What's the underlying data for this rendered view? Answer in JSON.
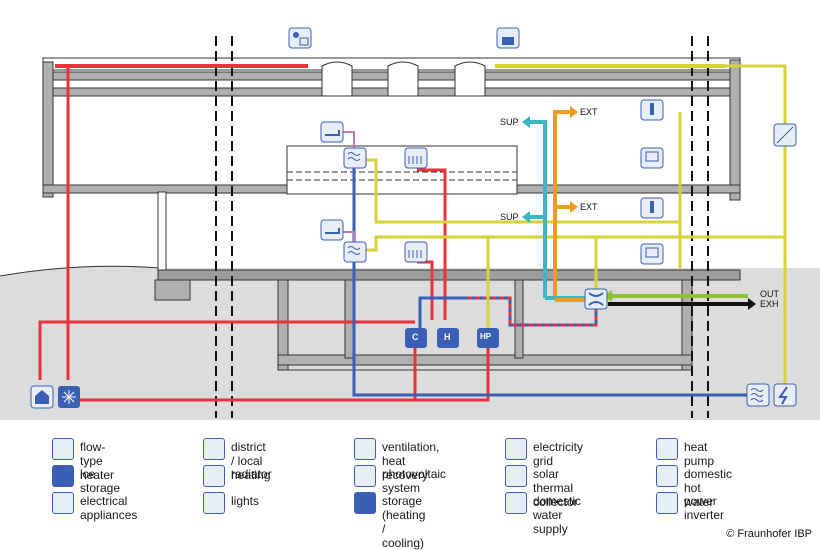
{
  "flow_labels": {
    "sup_top": "SUP",
    "ext_top": "EXT",
    "sup_mid": "SUP",
    "ext_mid": "EXT",
    "out": "OUT",
    "exh": "EXH"
  },
  "unit_labels": {
    "chiller": "C",
    "heater": "H",
    "heat_pump": "HP"
  },
  "legend": [
    {
      "icon": "flow-type-heater-icon",
      "label": "flow-type heater"
    },
    {
      "icon": "ice-storage-icon",
      "label": "ice storage"
    },
    {
      "icon": "electrical-appliances-icon",
      "label": "electrical\nappliances"
    },
    {
      "icon": "district-heating-icon",
      "label": "district / local\nheating"
    },
    {
      "icon": "radiator-icon",
      "label": "radiator"
    },
    {
      "icon": "lights-icon",
      "label": "lights"
    },
    {
      "icon": "ventilation-icon",
      "label": "ventilation,\nheat recovery"
    },
    {
      "icon": "photovoltaic-icon",
      "label": "photovoltaic\nsystem"
    },
    {
      "icon": "storage-icon",
      "label": "storage\n(heating / cooling)"
    },
    {
      "icon": "electricity-grid-icon",
      "label": "electricity grid"
    },
    {
      "icon": "solar-thermal-icon",
      "label": "solar thermal\ncollector"
    },
    {
      "icon": "domestic-water-icon",
      "label": "domestic water\nsupply"
    },
    {
      "icon": "heat-pump-icon",
      "label": "heat pump"
    },
    {
      "icon": "domestic-hot-water-icon",
      "label": "domestic\nhot water"
    },
    {
      "icon": "power-inverter-icon",
      "label": "power inverter"
    }
  ],
  "copyright": "© Fraunhofer IBP",
  "colors": {
    "heating": "#e8323c",
    "cooling": "#3a5fb4",
    "electric": "#d6d23a",
    "supply": "#3ab8c0",
    "extract": "#f39a1e",
    "outside": "#8fc232",
    "exhaust": "#111111",
    "wall": "#5b5b5b",
    "wall_fill": "#9e9e9e",
    "ground": "#d8d8d8",
    "icon_blue": "#3a5fb4"
  }
}
